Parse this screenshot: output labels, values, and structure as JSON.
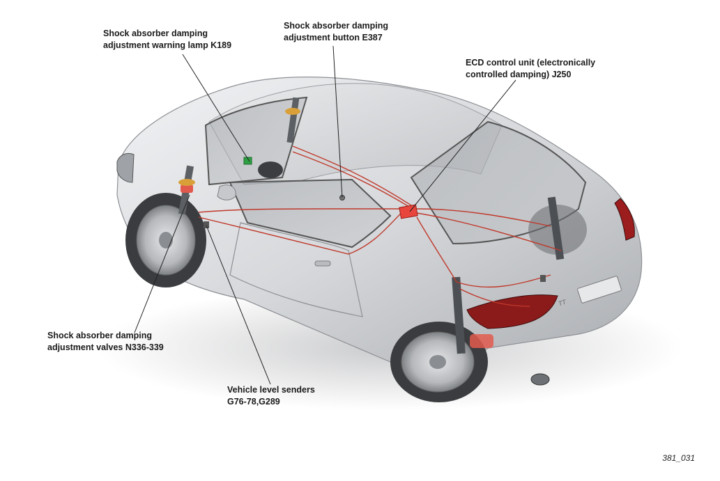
{
  "callouts": {
    "warning_lamp": {
      "line1": "Shock absorber damping",
      "line2": "adjustment warning lamp K189"
    },
    "adjust_button": {
      "line1": "Shock absorber damping",
      "line2": "adjustment button E387"
    },
    "ecd_unit": {
      "line1": "ECD control unit (electronically",
      "line2": "controlled damping) J250"
    },
    "valves": {
      "line1": "Shock absorber damping",
      "line2": "adjustment valves N336-339"
    },
    "level_senders": {
      "line1": "Vehicle level senders",
      "line2": "G76-78,G289"
    }
  },
  "figure_id": "381_031",
  "car_badge": "TT",
  "colors": {
    "wiring": "#c0392b",
    "ecu": "#e8453c",
    "warning_lamp": "#2ea043",
    "body": "#d4d6d9"
  }
}
